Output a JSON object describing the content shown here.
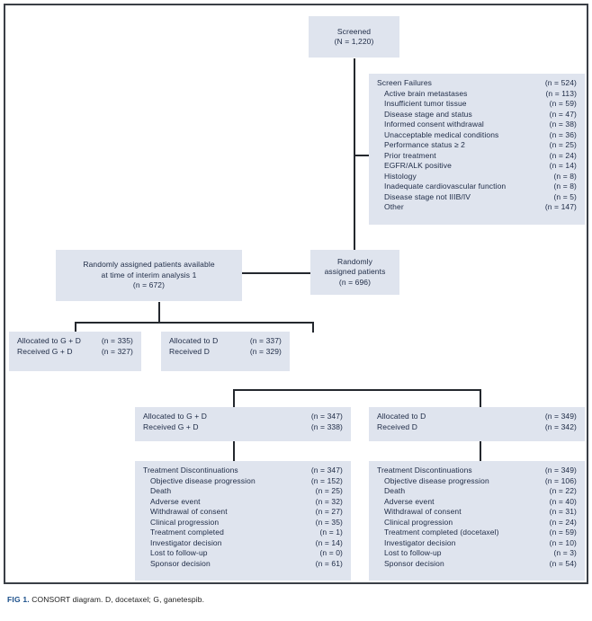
{
  "figure": {
    "caption_tag": "FIG 1.",
    "caption_text": "CONSORT diagram. D, docetaxel; G, ganetespib.",
    "box_fill": "#dfe4ee",
    "text_color": "#1d2a45",
    "line_color": "#24282e",
    "frame_color": "#3a3f46"
  },
  "nodes": {
    "screened": {
      "line1": "Screened",
      "line2": "(N = 1,220)"
    },
    "screen_failures": {
      "header": {
        "label": "Screen Failures",
        "count": "(n = 524)"
      },
      "items": [
        {
          "label": "Active brain metastases",
          "count": "(n = 113)"
        },
        {
          "label": "Insufficient tumor tissue",
          "count": "(n = 59)"
        },
        {
          "label": "Disease stage and status",
          "count": "(n = 47)"
        },
        {
          "label": "Informed consent withdrawal",
          "count": "(n = 38)"
        },
        {
          "label": "Unacceptable medical conditions",
          "count": "(n = 36)"
        },
        {
          "label": "Performance status ≥ 2",
          "count": "(n = 25)"
        },
        {
          "label": "Prior treatment",
          "count": "(n = 24)"
        },
        {
          "label": "EGFR/ALK positive",
          "count": "(n = 14)"
        },
        {
          "label": "Histology",
          "count": "(n = 8)"
        },
        {
          "label": "Inadequate cardiovascular function",
          "count": "(n = 8)"
        },
        {
          "label": "Disease stage not IIIB/IV",
          "count": "(n = 5)"
        },
        {
          "label": "Other",
          "count": "(n = 147)"
        }
      ]
    },
    "interim_analysis": {
      "line1": "Randomly assigned patients  available",
      "line2": "at time of interim  analysis 1",
      "line3": "(n = 672)"
    },
    "randomly_assigned": {
      "line1": "Randomly",
      "line2": "assigned patients",
      "line3": "(n = 696)"
    },
    "interim_gd": {
      "rows": [
        {
          "label": "Allocated to G + D",
          "count": "(n = 335)"
        },
        {
          "label": "Received G + D",
          "count": "(n = 327)"
        }
      ]
    },
    "interim_d": {
      "rows": [
        {
          "label": "Allocated to D",
          "count": "(n = 337)"
        },
        {
          "label": "Received D",
          "count": "(n = 329)"
        }
      ]
    },
    "alloc_gd": {
      "rows": [
        {
          "label": "Allocated to G + D",
          "count": "(n = 347)"
        },
        {
          "label": "Received G + D",
          "count": "(n = 338)"
        }
      ]
    },
    "alloc_d": {
      "rows": [
        {
          "label": "Allocated to D",
          "count": "(n = 349)"
        },
        {
          "label": "Received D",
          "count": "(n = 342)"
        }
      ]
    },
    "discont_gd": {
      "header": {
        "label": "Treatment Discontinuations",
        "count": "(n = 347)"
      },
      "items": [
        {
          "label": "Objective disease progression",
          "count": "(n = 152)"
        },
        {
          "label": "Death",
          "count": "(n = 25)"
        },
        {
          "label": "Adverse event",
          "count": "(n = 32)"
        },
        {
          "label": "Withdrawal of consent",
          "count": "(n = 27)"
        },
        {
          "label": "Clinical progression",
          "count": "(n = 35)"
        },
        {
          "label": "Treatment completed",
          "count": "(n = 1)"
        },
        {
          "label": "Investigator decision",
          "count": "(n = 14)"
        },
        {
          "label": "Lost to follow-up",
          "count": "(n = 0)"
        },
        {
          "label": "Sponsor decision",
          "count": "(n = 61)"
        }
      ]
    },
    "discont_d": {
      "header": {
        "label": "Treatment Discontinuations",
        "count": "(n = 349)"
      },
      "items": [
        {
          "label": "Objective disease progression",
          "count": "(n = 106)"
        },
        {
          "label": "Death",
          "count": "(n = 22)"
        },
        {
          "label": "Adverse event",
          "count": "(n = 40)"
        },
        {
          "label": "Withdrawal of consent",
          "count": "(n = 31)"
        },
        {
          "label": "Clinical progression",
          "count": "(n = 24)"
        },
        {
          "label": "Treatment completed (docetaxel)",
          "count": "(n = 59)"
        },
        {
          "label": "Investigator decision",
          "count": "(n = 10)"
        },
        {
          "label": "Lost to follow-up",
          "count": "(n = 3)"
        },
        {
          "label": "Sponsor decision",
          "count": "(n = 54)"
        }
      ]
    }
  }
}
